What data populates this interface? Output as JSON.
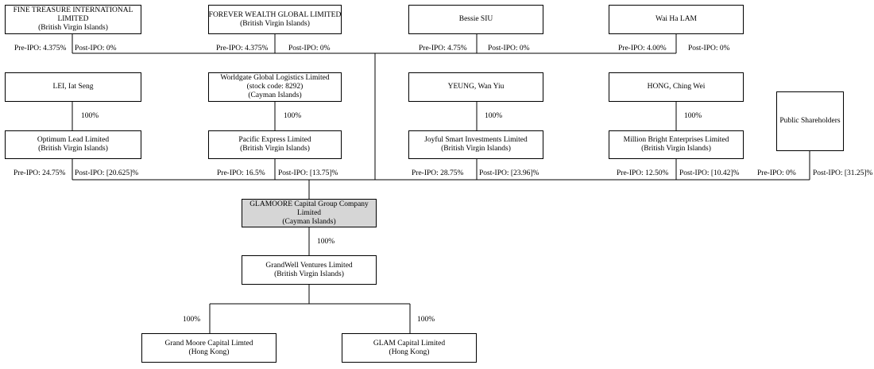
{
  "top_shareholders": [
    {
      "name": "FINE TREASURE INTERNATIONAL",
      "name2": "LIMITED",
      "place": "(British Virgin Islands)",
      "pre": "Pre-IPO: 4.375%",
      "post": "Post-IPO: 0%"
    },
    {
      "name": "FOREVER WEALTH GLOBAL LIMITED",
      "place": "(British Virgin Islands)",
      "pre": "Pre-IPO: 4.375%",
      "post": "Post-IPO: 0%"
    },
    {
      "name": "Bessie SIU",
      "pre": "Pre-IPO: 4.75%",
      "post": "Post-IPO: 0%"
    },
    {
      "name": "Wai Ha LAM",
      "pre": "Pre-IPO: 4.00%",
      "post": "Post-IPO: 0%"
    }
  ],
  "owners": [
    {
      "name": "LEI, Iat Seng",
      "pct": "100%"
    },
    {
      "name": "Worldgate Global Logistics Limited",
      "name2": "(stock code: 8292)",
      "place": "(Cayman Islands)",
      "pct": "100%"
    },
    {
      "name": "YEUNG, Wan Yiu",
      "pct": "100%"
    },
    {
      "name": "HONG, Ching Wei",
      "pct": "100%"
    }
  ],
  "holding_companies": [
    {
      "name": "Optimum Lead Limited",
      "place": "(British Virgin Islands)",
      "pre": "Pre-IPO: 24.75%",
      "post": "Post-IPO: [20.625]%"
    },
    {
      "name": "Pacific Express Limited",
      "place": "(British Virgin Islands)",
      "pre": "Pre-IPO: 16.5%",
      "post": "Post-IPO: [13.75]%"
    },
    {
      "name": "Joyful Smart Investments Limited",
      "place": "(British Virgin Islands)",
      "pre": "Pre-IPO: 28.75%",
      "post": "Post-IPO: [23.96]%"
    },
    {
      "name": "Million Bright Enterprises Limited",
      "place": "(British Virgin Islands)",
      "pre": "Pre-IPO: 12.50%",
      "post": "Post-IPO: [10.42]%"
    }
  ],
  "public": {
    "name": "Public Shareholders",
    "pre": "Pre-IPO: 0%",
    "post": "Post-IPO: [31.25]%"
  },
  "company": {
    "name": "GLAMOORE Capital Group Company",
    "name2": "Limited",
    "place": "(Cayman Islands)",
    "pct": "100%",
    "highlight_color": "#d6d6d6"
  },
  "grandwell": {
    "name": "GrandWell Ventures Limited",
    "place": "(British Virgin Islands)"
  },
  "subsidiaries": [
    {
      "name": "Grand Moore Capital Limted",
      "place": "(Hong Kong)",
      "pct": "100%"
    },
    {
      "name": "GLAM Capital Limited",
      "place": "(Hong Kong)",
      "pct": "100%"
    }
  ]
}
